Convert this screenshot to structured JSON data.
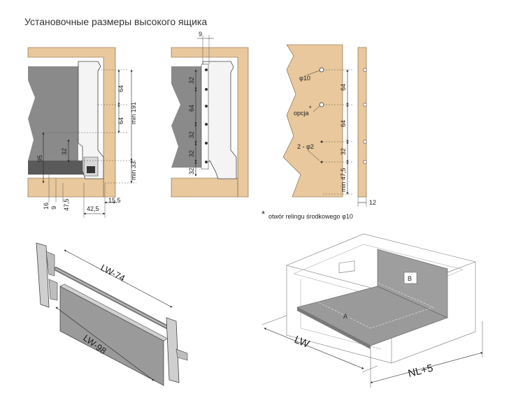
{
  "title": "Установочные размеры высокого ящика",
  "fig1": {
    "dims": {
      "d64a": "64",
      "d64b": "64",
      "dmin191": "min 191",
      "dmin33": "min 33",
      "d95": "95",
      "d32": "32",
      "d16": "16",
      "d9": "9",
      "d47_5": "47,5",
      "d42_5": "42,5",
      "d15_5": "15,5"
    }
  },
  "fig2": {
    "dims": {
      "d9": "9",
      "d32a": "32",
      "d64": "64",
      "d32b": "32",
      "d32c": "32",
      "d32d": "32"
    }
  },
  "fig3": {
    "labels": {
      "phi10": "φ10",
      "opcja": "opcja",
      "star": "*",
      "holes": "2 - φ2"
    },
    "dims": {
      "d64a": "64",
      "d64b": "64",
      "d32": "32",
      "dmin47_5": "min 47,5"
    }
  },
  "fig4": {
    "dims": {
      "d12": "12"
    }
  },
  "footnote": {
    "star": "*",
    "text": "otwór relingu środkowego φ10"
  },
  "parts": {
    "lw74": "LW-74",
    "lw98": "LW-98"
  },
  "drawer": {
    "lw": "LW",
    "nl5": "NL+5",
    "a": "A",
    "b": "B"
  }
}
